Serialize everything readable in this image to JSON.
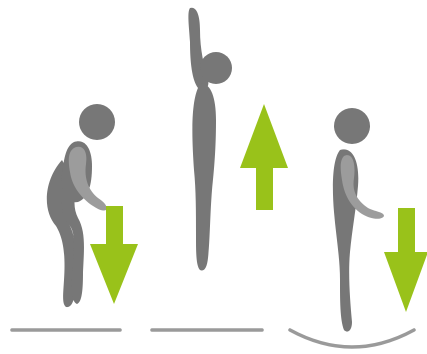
{
  "diagram": {
    "colors": {
      "figure": "#777777",
      "figure_light": "#9c9c9c",
      "arrow": "#99c21a",
      "ground": "#9a9a9a",
      "background": "#ffffff"
    },
    "phases": [
      {
        "pose": "crouch",
        "arrow": "down",
        "ground": "flat"
      },
      {
        "pose": "jump",
        "arrow": "up",
        "ground": "flat"
      },
      {
        "pose": "land",
        "arrow": "down",
        "ground": "curved"
      }
    ],
    "icons": [
      "arrow-down-icon",
      "arrow-up-icon",
      "arrow-down-icon"
    ]
  }
}
